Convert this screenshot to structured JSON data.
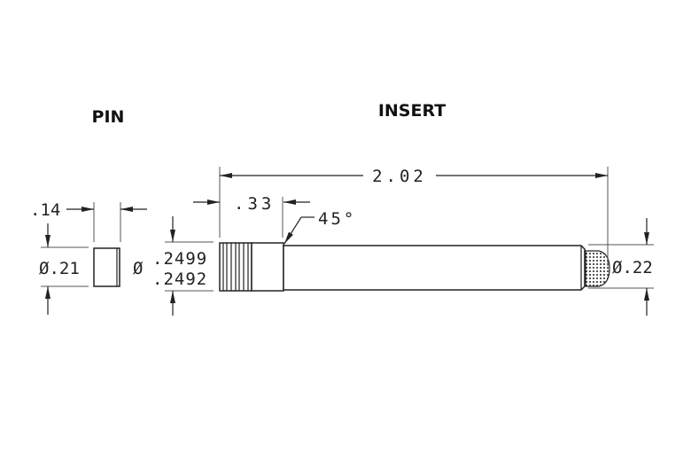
{
  "pin": {
    "title": "PIN",
    "length_dim": ".14",
    "diameter_dim": "Ø.21"
  },
  "insert": {
    "title": "INSERT",
    "overall_length_dim": "2.02",
    "head_length_dim": ".33",
    "chamfer_dim": "45°",
    "shank_diameter_prefix": "Ø",
    "shank_diameter_max": ".2499",
    "shank_diameter_min": ".2492",
    "tip_diameter_dim": "Ø.22"
  }
}
